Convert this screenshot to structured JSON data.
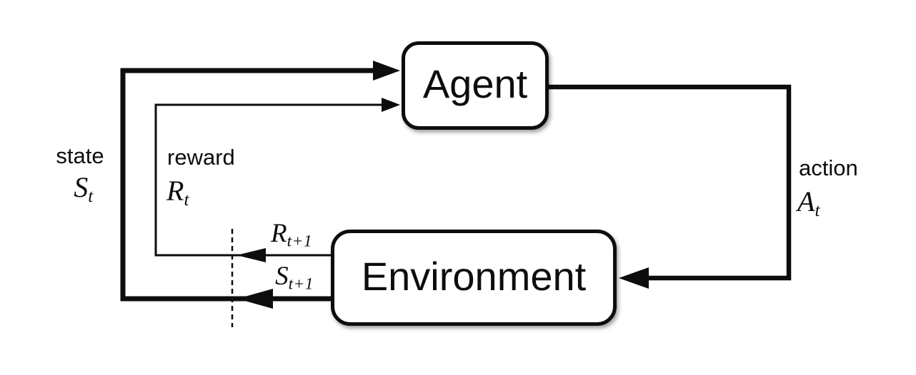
{
  "diagram": {
    "kind": "reinforcement-learning agent-environment loop",
    "colors": {
      "line": "#0d0d0d",
      "background": "#ffffff",
      "node_fill": "#ffffff"
    },
    "nodes": {
      "agent": {
        "label": "Agent"
      },
      "environment": {
        "label": "Environment"
      }
    },
    "labels": {
      "state": {
        "word": "state",
        "symbol": "S",
        "subscript": "t"
      },
      "reward": {
        "word": "reward",
        "symbol": "R",
        "subscript": "t"
      },
      "action": {
        "word": "action",
        "symbol": "A",
        "subscript": "t"
      },
      "next_reward": {
        "symbol": "R",
        "subscript": "t+1"
      },
      "next_state": {
        "symbol": "S",
        "subscript": "t+1"
      }
    }
  }
}
